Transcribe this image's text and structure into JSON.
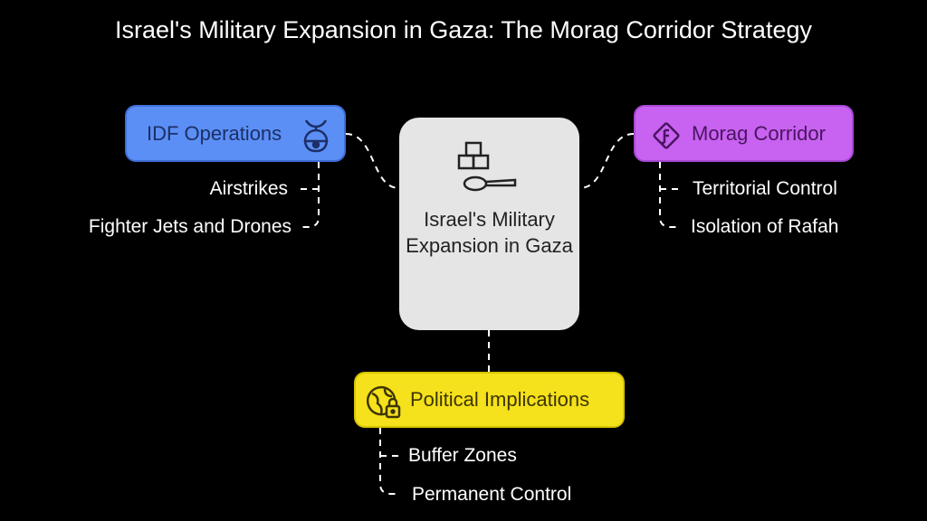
{
  "title": "Israel's Military Expansion in Gaza: The Morag Corridor Strategy",
  "center": {
    "label": "Israel's Military Expansion in Gaza",
    "icon": "blocks-and-spoon-icon"
  },
  "branches": {
    "idf": {
      "label": "IDF Operations",
      "icon": "drone-icon",
      "color": "#5b8ff5",
      "items": [
        "Airstrikes",
        "Fighter Jets and Drones"
      ]
    },
    "morag": {
      "label": "Morag Corridor",
      "icon": "road-sign-icon",
      "color": "#c862f0",
      "items": [
        "Territorial Control",
        "Isolation of Rafah"
      ]
    },
    "political": {
      "label": "Political Implications",
      "icon": "globe-lock-icon",
      "color": "#f5e11c",
      "items": [
        "Buffer Zones",
        "Permanent Control"
      ]
    }
  }
}
